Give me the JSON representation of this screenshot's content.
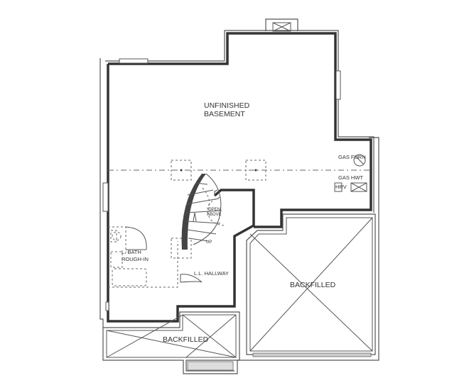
{
  "labels": {
    "unfinished_basement_line1": "UNFINISHED",
    "unfinished_basement_line2": "BASEMENT",
    "gas_furn": "GAS FURN",
    "gas_hwt": "GAS HWT",
    "hrv": "HRV",
    "open_above_line1": "OPEN",
    "open_above_line2": "ABOVE",
    "up": "UP",
    "bath_line1": "L. BATH",
    "bath_line2": "ROUGH-IN",
    "hallway": "L.L. HALLWAY",
    "backfilled_right": "BACKFILLED",
    "backfilled_bottom": "BACKFILLED"
  },
  "colors": {
    "wall": "#333333",
    "line": "#555555",
    "stair_fill": "#444444"
  }
}
